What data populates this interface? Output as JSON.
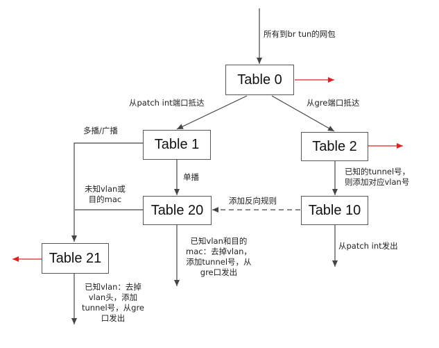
{
  "tables": {
    "t0": "Table 0",
    "t1": "Table 1",
    "t2": "Table 2",
    "t10": "Table 10",
    "t20": "Table 20",
    "t21": "Table 21"
  },
  "labels": {
    "entry": "所有到br tun的网包",
    "from_patch": "从patch int端口抵达",
    "from_gre": "从gre端口抵达",
    "multicast": "多播/广播",
    "unicast": "单播",
    "unknown_vlan_mac": [
      "未知vlan或",
      "目的mac"
    ],
    "known_tunnel": [
      "已知的tunnel号，",
      "则添加对应vlan号"
    ],
    "add_reverse_rule": "添加反向规则",
    "send_patch_int": "从patch int发出",
    "known_vlan_mac": [
      "已知vlan和目的",
      "mac：去掉vlan，",
      "添加tunnel号，从",
      "gre口发出"
    ],
    "known_vlan": [
      "已知vlan：去掉",
      "vlan头，添加",
      "tunnel号，从gre",
      "口发出"
    ]
  },
  "colors": {
    "drop_arrow": "#e02020",
    "line": "#444444"
  }
}
